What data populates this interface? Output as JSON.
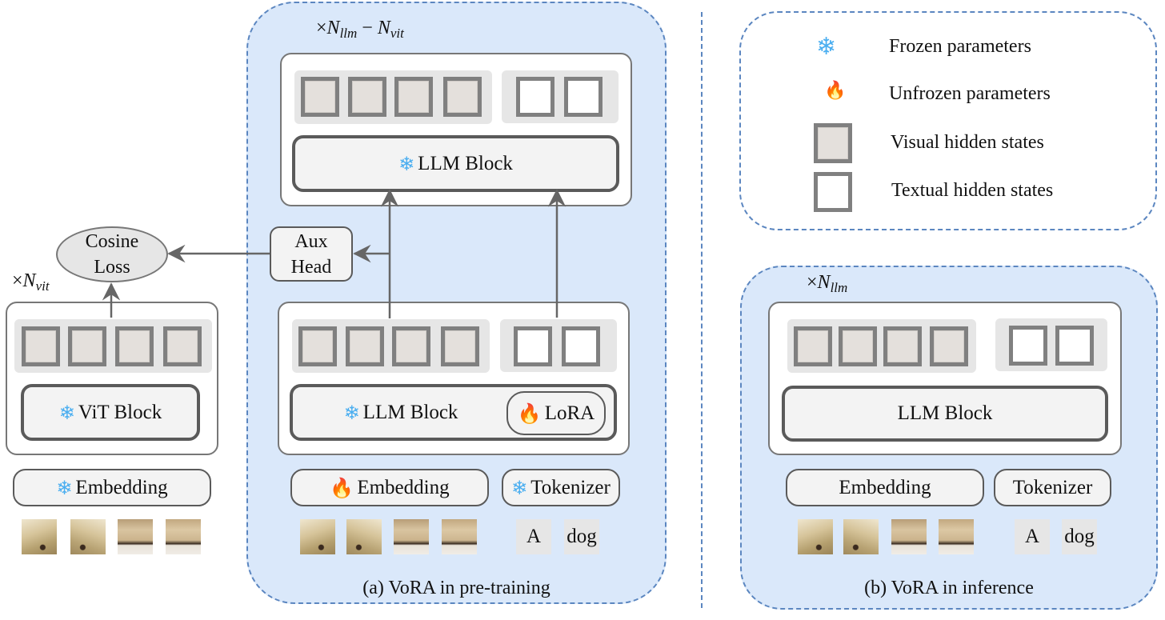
{
  "icons": {
    "frozen": "❄",
    "unfrozen": "🔥"
  },
  "colors": {
    "panel_bg": "#dae8fa",
    "dashed_border": "#5b86c0",
    "visual_state": "#e4e0dc",
    "textual_state": "#ffffff",
    "frozen_icon": "#4aaef0"
  },
  "vit_branch": {
    "multiplier": {
      "times": "×",
      "symbol": "N",
      "sub": "vit"
    },
    "block_label": "ViT Block",
    "embedding_label": "Embedding",
    "cosine_loss": {
      "line1": "Cosine",
      "line2": "Loss"
    }
  },
  "pretraining": {
    "top_multiplier": {
      "times": "×",
      "symbol": "N",
      "sub": "llm",
      "minus": "−",
      "symbol2": "N",
      "sub2": "vit"
    },
    "top_block_label": "LLM Block",
    "aux_head": {
      "line1": "Aux",
      "line2": "Head"
    },
    "bottom_block_label": "LLM Block",
    "lora_label": "LoRA",
    "embedding_label": "Embedding",
    "tokenizer_label": "Tokenizer",
    "tokens": [
      "A",
      "dog"
    ],
    "caption": "(a) VoRA in pre-training"
  },
  "legend": {
    "items": [
      {
        "icon": "frozen",
        "label": "Frozen parameters"
      },
      {
        "icon": "unfrozen",
        "label": "Unfrozen parameters"
      },
      {
        "icon": "visual-state",
        "label": "Visual hidden states"
      },
      {
        "icon": "textual-state",
        "label": "Textual hidden states"
      }
    ]
  },
  "inference": {
    "multiplier": {
      "times": "×",
      "symbol": "N",
      "sub": "llm"
    },
    "block_label": "LLM Block",
    "embedding_label": "Embedding",
    "tokenizer_label": "Tokenizer",
    "tokens": [
      "A",
      "dog"
    ],
    "caption": "(b) VoRA in inference"
  }
}
